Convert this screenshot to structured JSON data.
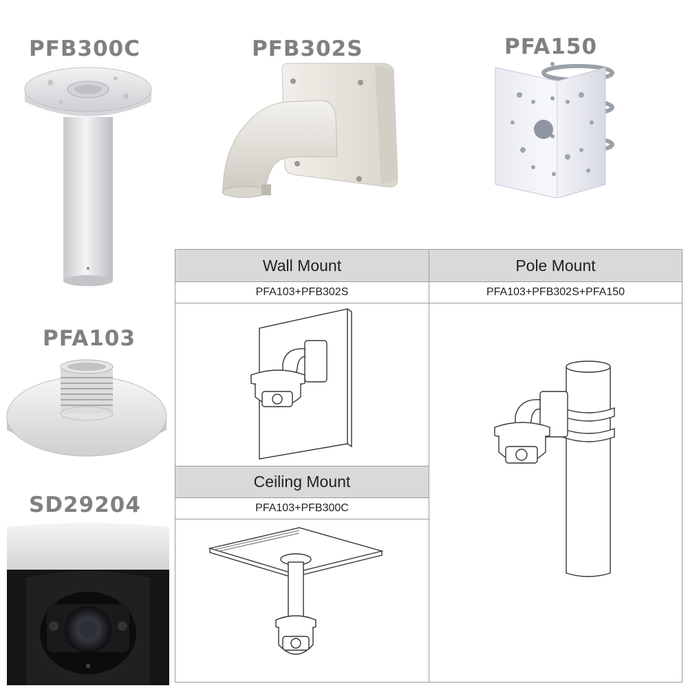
{
  "products": {
    "pfb300c": "PFB300C",
    "pfb302s": "PFB302S",
    "pfa150": "PFA150",
    "pfa103": "PFA103",
    "sd29204": "SD29204"
  },
  "table": {
    "wall": {
      "title": "Wall Mount",
      "code": "PFA103+PFB302S"
    },
    "pole": {
      "title": "Pole Mount",
      "code": "PFA103+PFB302S+PFA150"
    },
    "ceiling": {
      "title": "Ceiling Mount",
      "code": "PFA103+PFB300C"
    }
  },
  "colors": {
    "label_gray": "#808080",
    "header_bg": "#d9d9d9",
    "grid_line": "#9a9a9a",
    "mount_white": "#e8e8e8",
    "camera_black": "#1a1a1a"
  }
}
